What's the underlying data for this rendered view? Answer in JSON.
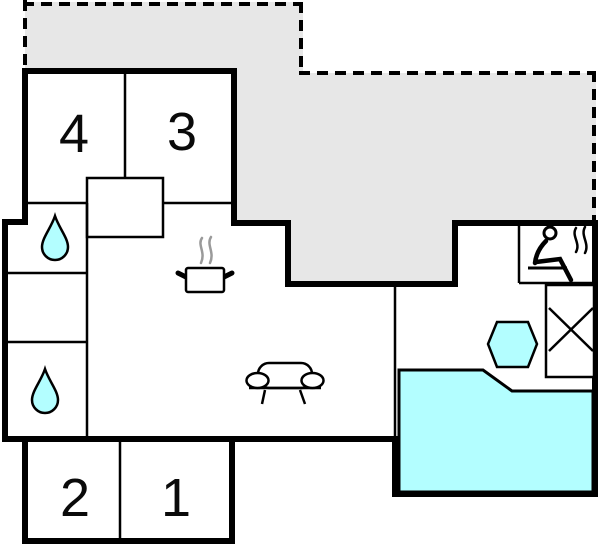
{
  "colors": {
    "background": "#ffffff",
    "terrace_fill": "#e7e7e7",
    "water_fill": "#b3feff",
    "wall": "#000000",
    "steam": "#9a9a9a",
    "label": "#0a0a0a"
  },
  "rooms": {
    "room4": {
      "label": "4"
    },
    "room3": {
      "label": "3"
    },
    "room2": {
      "label": "2"
    },
    "room1": {
      "label": "1"
    }
  },
  "icons": {
    "upper_bathroom": "water-drop",
    "lower_bathroom": "water-drop",
    "kitchen": "cooking-pot-with-steam",
    "living_room": "sofa",
    "sauna": "sauna-person-with-steam",
    "hot_tub": "hexagon-tub",
    "utility": "crossed-square",
    "pool": "swimming-pool"
  }
}
